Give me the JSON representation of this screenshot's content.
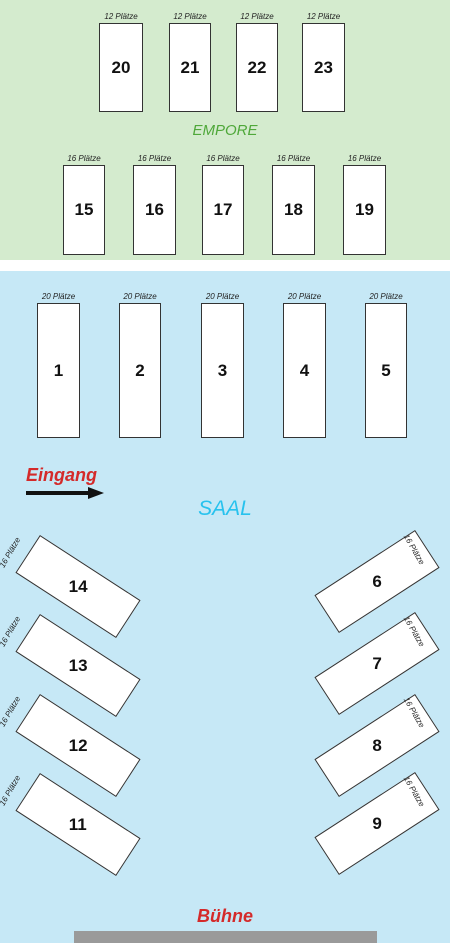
{
  "zones": {
    "empore": "EMPORE",
    "saal": "SAAL"
  },
  "entrance": "Eingang",
  "stage": "Bühne",
  "colors": {
    "empore_bg": "#d4ebce",
    "saal_bg": "#c6e8f6",
    "empore_text": "#4fa83a",
    "saal_text": "#27c2ee",
    "accent_red": "#d42a2a",
    "stage_bar": "#9a9a9a"
  },
  "tables": [
    {
      "id": "20",
      "capacity": "12 Plätze"
    },
    {
      "id": "21",
      "capacity": "12 Plätze"
    },
    {
      "id": "22",
      "capacity": "12 Plätze"
    },
    {
      "id": "23",
      "capacity": "12 Plätze"
    },
    {
      "id": "15",
      "capacity": "16 Plätze"
    },
    {
      "id": "16",
      "capacity": "16 Plätze"
    },
    {
      "id": "17",
      "capacity": "16 Plätze"
    },
    {
      "id": "18",
      "capacity": "16 Plätze"
    },
    {
      "id": "19",
      "capacity": "16 Plätze"
    },
    {
      "id": "1",
      "capacity": "20 Plätze"
    },
    {
      "id": "2",
      "capacity": "20 Plätze"
    },
    {
      "id": "3",
      "capacity": "20 Plätze"
    },
    {
      "id": "4",
      "capacity": "20 Plätze"
    },
    {
      "id": "5",
      "capacity": "20 Plätze"
    },
    {
      "id": "14",
      "capacity": "16 Plätze"
    },
    {
      "id": "13",
      "capacity": "16 Plätze"
    },
    {
      "id": "12",
      "capacity": "16 Plätze"
    },
    {
      "id": "11",
      "capacity": "16 Plätze"
    },
    {
      "id": "6",
      "capacity": "16 Plätze"
    },
    {
      "id": "7",
      "capacity": "16 Plätze"
    },
    {
      "id": "8",
      "capacity": "16 Plätze"
    },
    {
      "id": "9",
      "capacity": "16 Plätze"
    }
  ]
}
